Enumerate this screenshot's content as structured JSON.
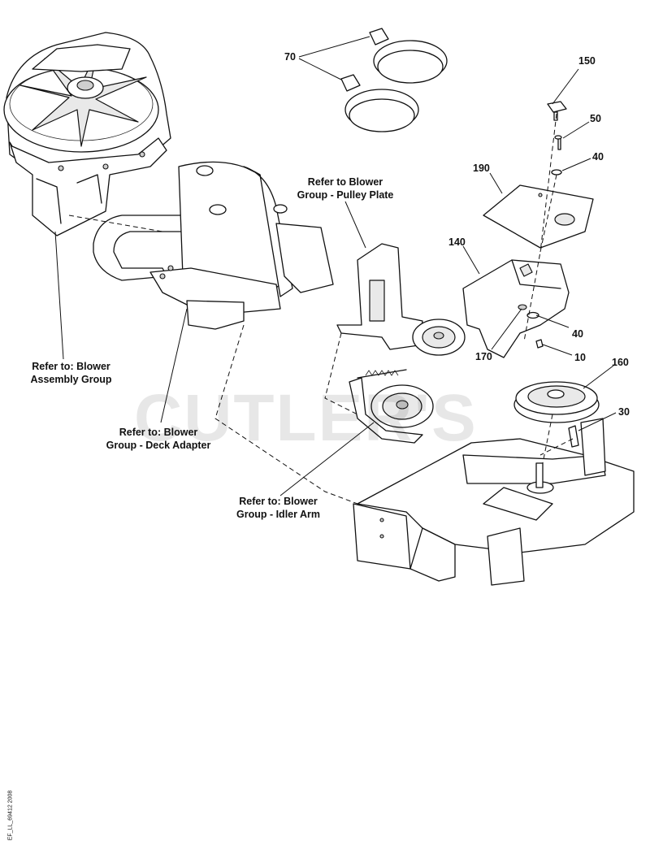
{
  "callouts": [
    {
      "id": "70",
      "text": "70"
    },
    {
      "id": "150",
      "text": "150"
    },
    {
      "id": "50",
      "text": "50"
    },
    {
      "id": "40a",
      "text": "40"
    },
    {
      "id": "190",
      "text": "190"
    },
    {
      "id": "140",
      "text": "140"
    },
    {
      "id": "40b",
      "text": "40"
    },
    {
      "id": "170",
      "text": "170"
    },
    {
      "id": "10",
      "text": "10"
    },
    {
      "id": "160",
      "text": "160"
    },
    {
      "id": "30",
      "text": "30"
    }
  ],
  "references": {
    "pulley_plate": [
      "Refer to Blower",
      "Group - Pulley Plate"
    ],
    "assembly_group": [
      "Refer to: Blower",
      "Assembly Group"
    ],
    "deck_adapter": [
      "Refer to: Blower",
      "Group - Deck Adapter"
    ],
    "idler_arm": [
      "Refer to: Blower",
      "Group - Idler Arm"
    ]
  },
  "watermark": "CUTLER'S",
  "figure_code": "EF_LL_69412",
  "figure_code_2": "2008"
}
